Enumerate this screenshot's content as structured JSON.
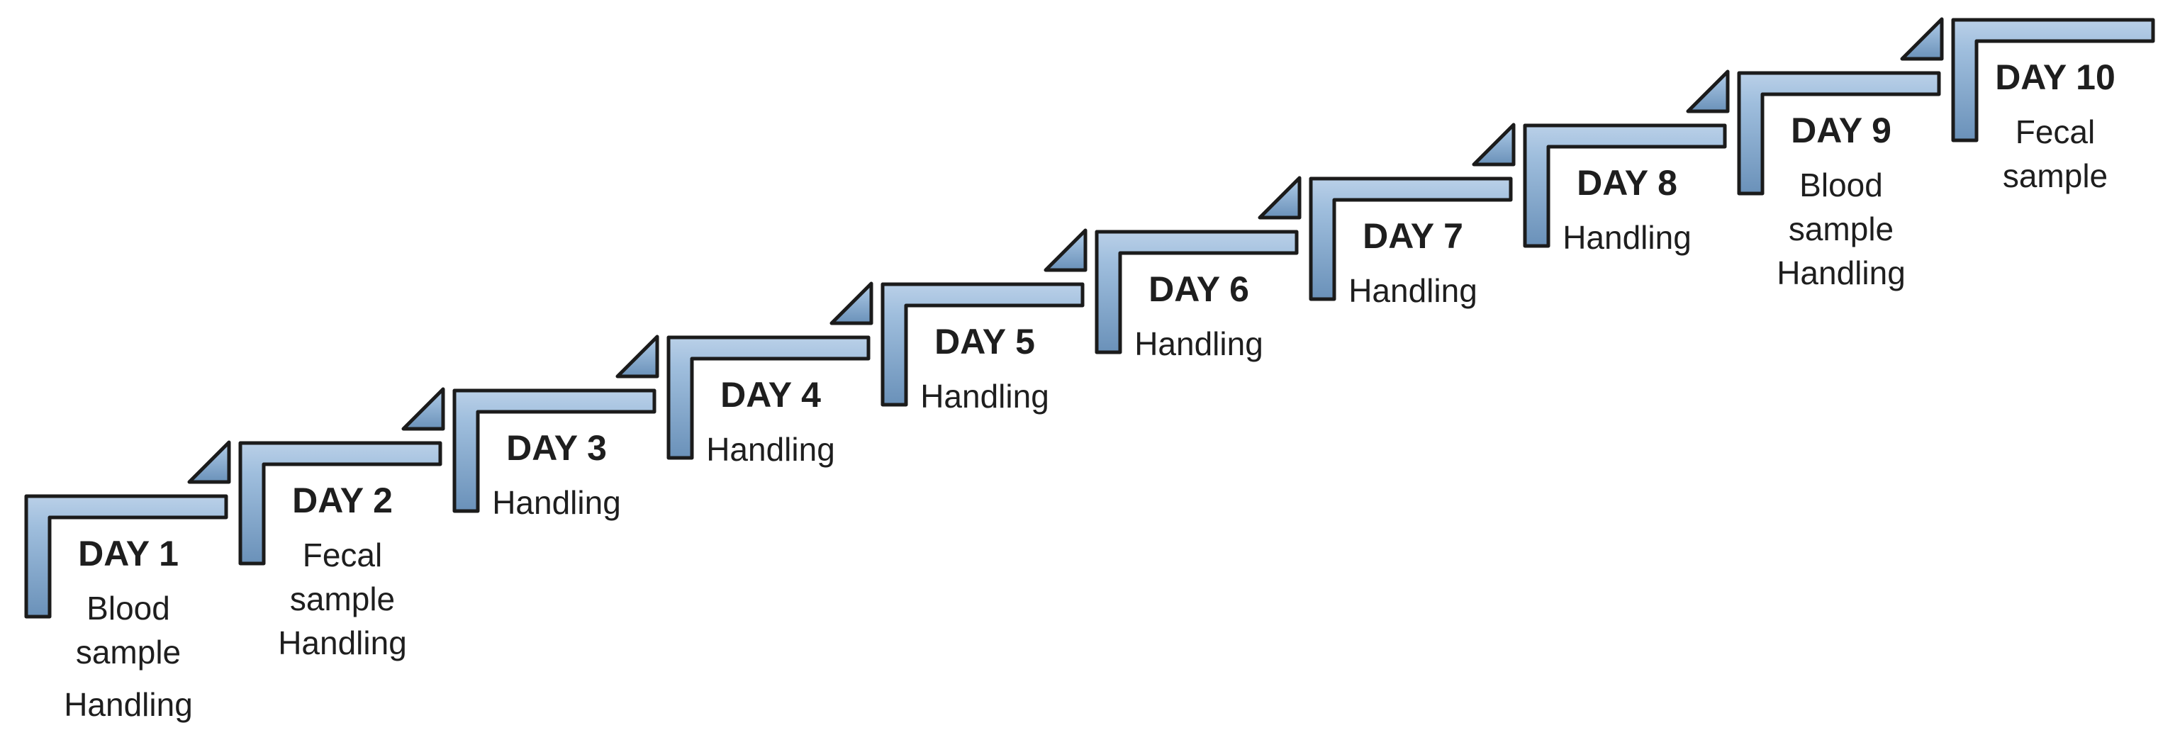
{
  "figure": {
    "type": "staircase-timeline-diagram",
    "background": "#ffffff",
    "colors": {
      "outline": "#1b1b1b",
      "text": "#1e1e1e",
      "step_fill_light": "#bad0e8",
      "step_fill_mid": "#9fbedd",
      "step_fill_dark": "#6a91b9"
    },
    "steps": [
      {
        "day_label": "DAY 1",
        "notes": [
          "Blood sample",
          "Handling"
        ],
        "has_flag": true
      },
      {
        "day_label": "DAY 2",
        "notes": [
          "Fecal sample Handling"
        ],
        "has_flag": true
      },
      {
        "day_label": "DAY 3",
        "notes": [
          "Handling"
        ],
        "has_flag": true
      },
      {
        "day_label": "DAY 4",
        "notes": [
          "Handling"
        ],
        "has_flag": true
      },
      {
        "day_label": "DAY 5",
        "notes": [
          "Handling"
        ],
        "has_flag": true
      },
      {
        "day_label": "DAY 6",
        "notes": [
          "Handling"
        ],
        "has_flag": true
      },
      {
        "day_label": "DAY 7",
        "notes": [
          "Handling"
        ],
        "has_flag": true
      },
      {
        "day_label": "DAY 8",
        "notes": [
          "Handling"
        ],
        "has_flag": true
      },
      {
        "day_label": "DAY 9",
        "notes": [
          "Blood sample Handling"
        ],
        "has_flag": true
      },
      {
        "day_label": "DAY 10",
        "notes": [
          "Fecal sample"
        ],
        "has_flag": false
      }
    ]
  }
}
